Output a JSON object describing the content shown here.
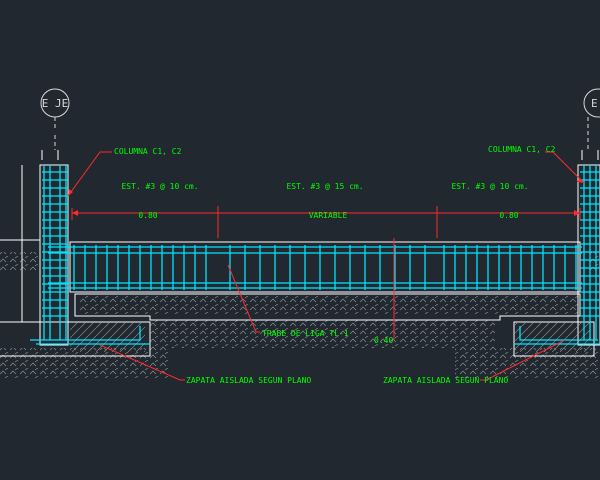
{
  "colors": {
    "background": "#212830",
    "rebar": "#00e5ff",
    "concrete": "#ffffff",
    "annotation": "#00ff00",
    "leader": "#ff2a2a",
    "axis_bubble": "#d8d8d8",
    "hatch": "#8a8f96"
  },
  "axis": {
    "left_label": "E JE",
    "right_label": "E"
  },
  "columns": {
    "left_label": "COLUMNA C1, C2",
    "right_label": "COLUMNA C1, C2"
  },
  "stirrups": {
    "left": "EST. #3 @ 10 cm.",
    "center": "EST. #3 @ 15 cm.",
    "right": "EST. #3 @ 10 cm."
  },
  "dimensions": {
    "left": "0.80",
    "center": "VARIABLE",
    "right": "0.80",
    "height": "0.40"
  },
  "beam": {
    "label": "TRABE DE LIGA TL-1"
  },
  "footings": {
    "left_label": "ZAPATA AISLADA SEGUN PLANO",
    "right_label": "ZAPATA AISLADA SEGUN PLANO"
  }
}
